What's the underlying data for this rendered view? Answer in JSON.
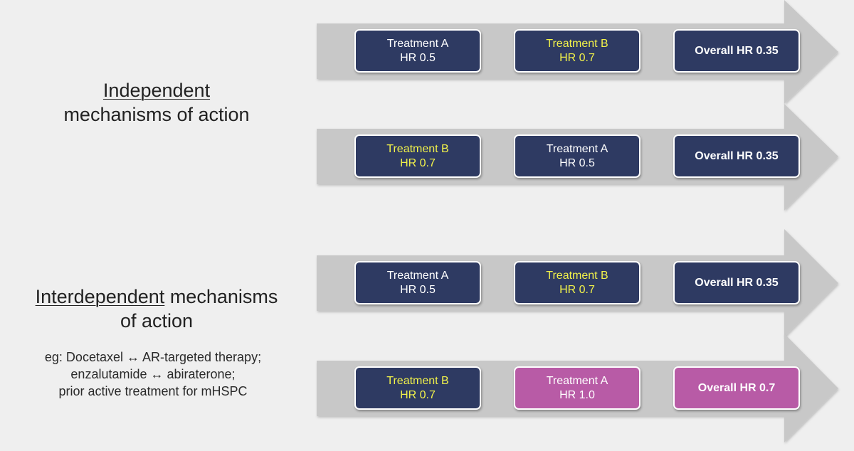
{
  "sections": {
    "independent": {
      "heading_underlined": "Independent",
      "heading_rest": "mechanisms of action"
    },
    "interdependent": {
      "heading_underlined": "Interdependent",
      "heading_rest_line1": " mechanisms",
      "heading_rest_line2": "of action",
      "examples": [
        "eg: Docetaxel ↔ AR-targeted therapy;",
        "enzalutamide ↔ abiraterone;",
        "prior active treatment for mHSPC"
      ]
    }
  },
  "rows": [
    {
      "boxes": [
        {
          "line1": "Treatment A",
          "line2": "HR 0.5",
          "highlight": false,
          "color": "#2e3a62"
        },
        {
          "line1": "Treatment B",
          "line2": "HR 0.7",
          "highlight": true,
          "color": "#2e3a62"
        },
        {
          "line1": "Overall HR 0.35",
          "line2": "",
          "highlight": false,
          "color": "#2e3a62"
        }
      ]
    },
    {
      "boxes": [
        {
          "line1": "Treatment B",
          "line2": "HR 0.7",
          "highlight": true,
          "color": "#2e3a62"
        },
        {
          "line1": "Treatment A",
          "line2": "HR 0.5",
          "highlight": false,
          "color": "#2e3a62"
        },
        {
          "line1": "Overall HR 0.35",
          "line2": "",
          "highlight": false,
          "color": "#2e3a62"
        }
      ]
    },
    {
      "boxes": [
        {
          "line1": "Treatment A",
          "line2": "HR 0.5",
          "highlight": false,
          "color": "#2e3a62"
        },
        {
          "line1": "Treatment B",
          "line2": "HR 0.7",
          "highlight": true,
          "color": "#2e3a62"
        },
        {
          "line1": "Overall HR 0.35",
          "line2": "",
          "highlight": false,
          "color": "#2e3a62"
        }
      ]
    },
    {
      "boxes": [
        {
          "line1": "Treatment B",
          "line2": "HR 0.7",
          "highlight": true,
          "color": "#2e3a62"
        },
        {
          "line1": "Treatment A",
          "line2": "HR 1.0",
          "highlight": false,
          "color": "#b85ba6"
        },
        {
          "line1": "Overall HR 0.7",
          "line2": "",
          "highlight": false,
          "color": "#b85ba6"
        }
      ]
    }
  ],
  "colors": {
    "navy_box": "#2e3a62",
    "pink_box": "#b85ba6",
    "highlight_text": "#f2f24a",
    "arrow_fill": "#c8c8c8",
    "background": "#efefef"
  }
}
